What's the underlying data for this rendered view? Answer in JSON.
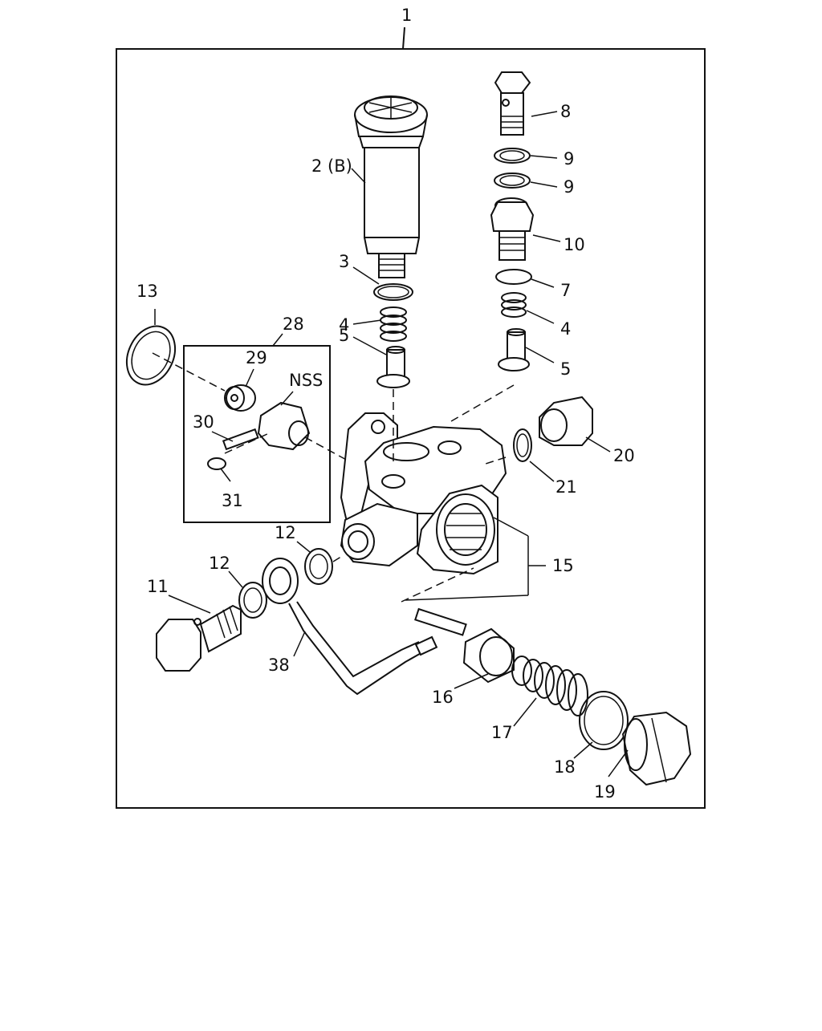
{
  "diagram": {
    "callouts": {
      "c1": "1",
      "c2b": "2 (B)",
      "c3": "3",
      "c4a": "4",
      "c4b": "4",
      "c5a": "5",
      "c5b": "5",
      "c7": "7",
      "c8": "8",
      "c9a": "9",
      "c9b": "9",
      "c10": "10",
      "c11": "11",
      "c12a": "12",
      "c12b": "12",
      "c13": "13",
      "c15": "15",
      "c16": "16",
      "c17": "17",
      "c18": "18",
      "c19": "19",
      "c20": "20",
      "c21": "21",
      "c28": "28",
      "c29": "29",
      "c30": "30",
      "c31": "31",
      "c38": "38",
      "nss": "NSS"
    }
  }
}
